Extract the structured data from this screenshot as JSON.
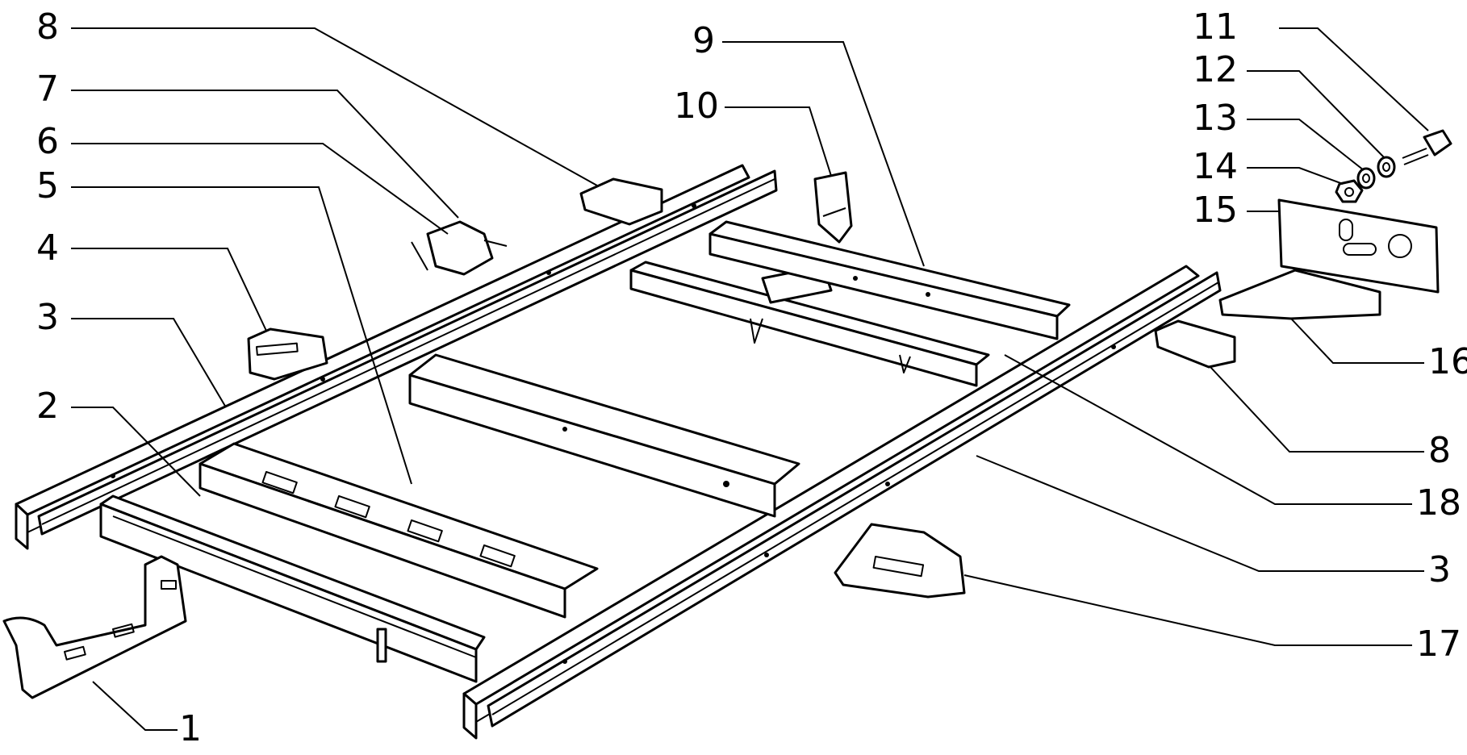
{
  "callouts": [
    {
      "id": "c8a",
      "label": "8"
    },
    {
      "id": "c7",
      "label": "7"
    },
    {
      "id": "c6",
      "label": "6"
    },
    {
      "id": "c5",
      "label": "5"
    },
    {
      "id": "c4",
      "label": "4"
    },
    {
      "id": "c3a",
      "label": "3"
    },
    {
      "id": "c2",
      "label": "2"
    },
    {
      "id": "c1",
      "label": "1"
    },
    {
      "id": "c9",
      "label": "9"
    },
    {
      "id": "c10",
      "label": "10"
    },
    {
      "id": "c11",
      "label": "11"
    },
    {
      "id": "c12",
      "label": "12"
    },
    {
      "id": "c13",
      "label": "13"
    },
    {
      "id": "c14",
      "label": "14"
    },
    {
      "id": "c15",
      "label": "15"
    },
    {
      "id": "c16",
      "label": "16"
    },
    {
      "id": "c8b",
      "label": "8"
    },
    {
      "id": "c18",
      "label": "18"
    },
    {
      "id": "c3b",
      "label": "3"
    },
    {
      "id": "c17",
      "label": "17"
    }
  ]
}
